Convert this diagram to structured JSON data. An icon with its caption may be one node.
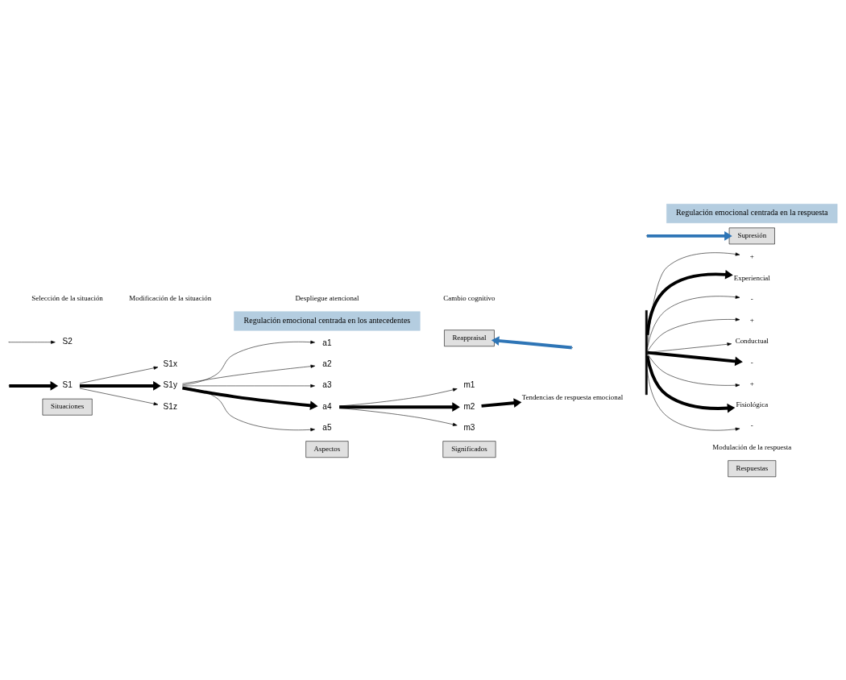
{
  "diagram": {
    "nodes": [
      {
        "text": [
          "Situaciones"
        ]
      },
      {
        "text": [
          "Aspectos"
        ]
      },
      {
        "text": [
          "Significados"
        ]
      },
      {
        "text": [
          "Respuestas"
        ]
      },
      {
        "text": [
          "S1"
        ]
      },
      {
        "text": [
          "S2"
        ]
      },
      {
        "text": [
          "S1x"
        ]
      },
      {
        "text": [
          "S1y"
        ]
      },
      {
        "text": [
          "S1z"
        ]
      },
      {
        "text": [
          "a1"
        ]
      },
      {
        "text": [
          "a2"
        ]
      },
      {
        "text": [
          "a3"
        ]
      },
      {
        "text": [
          "a4"
        ]
      },
      {
        "text": [
          "a5"
        ]
      },
      {
        "text": [
          "m1"
        ]
      },
      {
        "text": [
          "m2"
        ]
      },
      {
        "text": [
          "m3"
        ]
      },
      {
        "text": [
          "Tendencias de respuesta emocional"
        ]
      },
      {
        "text": [],
        "shape": "brace"
      },
      {
        "text": [
          "+"
        ]
      },
      {
        "text": [
          "Experiencial"
        ]
      },
      {
        "text": [
          "-"
        ]
      },
      {
        "text": [
          "+"
        ]
      },
      {
        "text": [
          "Conductual"
        ]
      },
      {
        "text": [
          "-"
        ]
      },
      {
        "text": [
          "+"
        ]
      },
      {
        "text": [
          "Fisiológica"
        ]
      },
      {
        "text": [
          "-"
        ]
      },
      {
        "text": [
          "Reappraisal"
        ]
      },
      {
        "text": [
          "Supresión"
        ]
      },
      {
        "text": [
          "Regulación emocional centrada en los antecedentes"
        ]
      },
      {
        "text": [
          "Regulación emocional centrada en la respuesta"
        ]
      }
    ],
    "edges": [
      {
        "from": null,
        "to": 4,
        "arrow": "to",
        "style": "thick"
      },
      {
        "from": null,
        "to": 5,
        "arrow": "to"
      },
      {
        "from": 4,
        "to": 6,
        "arrow": "to"
      },
      {
        "from": 4,
        "to": 7,
        "arrow": "to",
        "style": "thick"
      },
      {
        "from": 4,
        "to": 8,
        "arrow": "to"
      },
      {
        "from": 7,
        "to": 9,
        "arrow": "to"
      },
      {
        "from": 7,
        "to": 10,
        "arrow": "to"
      },
      {
        "from": 7,
        "to": 11,
        "arrow": "to"
      },
      {
        "from": 7,
        "to": 12,
        "arrow": "to",
        "style": "thick"
      },
      {
        "from": 7,
        "to": 13,
        "arrow": "to"
      },
      {
        "from": 12,
        "to": 14,
        "arrow": "to"
      },
      {
        "from": 12,
        "to": 15,
        "arrow": "to",
        "style": "thick"
      },
      {
        "from": 12,
        "to": 16,
        "arrow": "to"
      },
      {
        "from": 15,
        "to": 17,
        "arrow": "to",
        "style": "thick"
      },
      {
        "from": 18,
        "to": 19,
        "arrow": "to"
      },
      {
        "from": 18,
        "to": 20,
        "arrow": "to",
        "style": "thick"
      },
      {
        "from": 18,
        "to": 21,
        "arrow": "to"
      },
      {
        "from": 18,
        "to": 22,
        "arrow": "to"
      },
      {
        "from": 18,
        "to": 23,
        "arrow": "to"
      },
      {
        "from": 18,
        "to": 24,
        "arrow": "to",
        "style": "thick"
      },
      {
        "from": 18,
        "to": 25,
        "arrow": "to"
      },
      {
        "from": 18,
        "to": 26,
        "arrow": "to",
        "style": "thick"
      },
      {
        "from": 18,
        "to": 27,
        "arrow": "to"
      },
      {
        "from": null,
        "to": 28,
        "arrow": "to",
        "style": "thick",
        "color": "#2e75b6"
      },
      {
        "from": null,
        "to": 29,
        "arrow": "to",
        "style": "thick",
        "color": "#2e75b6"
      }
    ],
    "labels": [
      "Selección de la situación",
      "Modificación de la situación",
      "Despliegue atencional",
      "Cambio cognitivo",
      "Modulación de la respuesta"
    ]
  }
}
